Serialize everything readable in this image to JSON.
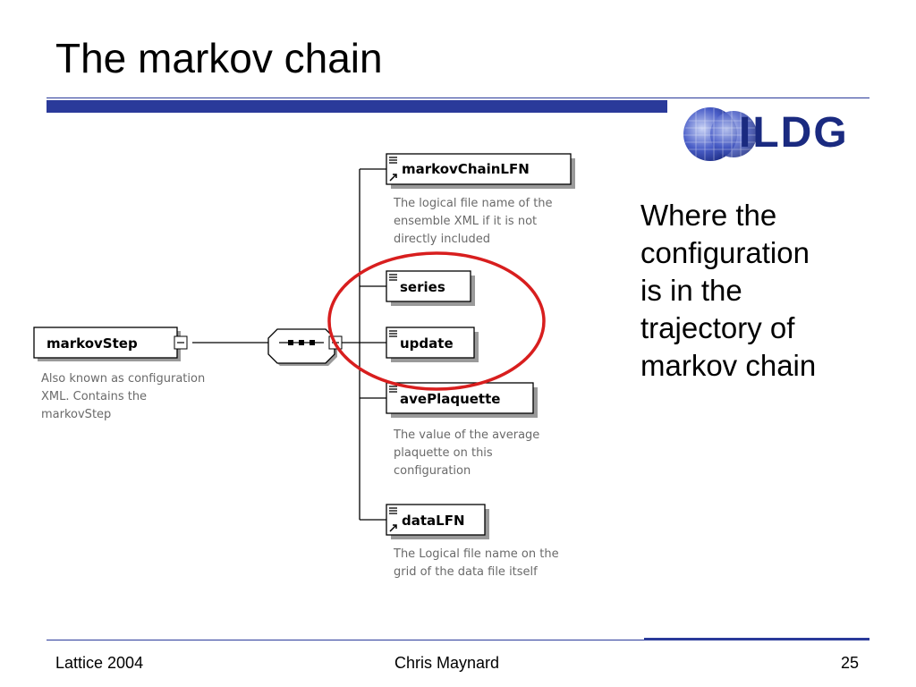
{
  "slide": {
    "title": "The markov chain",
    "side_note": "Where the\nconfiguration\nis in the\ntrajectory of\nmarkov chain",
    "logo_text": "ILDG"
  },
  "diagram": {
    "root": {
      "label": "markovStep",
      "description": "Also known as configuration\nXML. Contains the\nmarkovStep"
    },
    "children": [
      {
        "label": "markovChainLFN",
        "description": "The logical file name of the\nensemble XML if it is not\ndirectly included"
      },
      {
        "label": "series",
        "description": ""
      },
      {
        "label": "update",
        "description": ""
      },
      {
        "label": "avePlaquette",
        "description": "The value of the average\nplaquette on this\nconfiguration"
      },
      {
        "label": "dataLFN",
        "description": "The Logical file name on the\ngrid of the data file itself"
      }
    ],
    "highlight_color": "#d81e1e"
  },
  "footer": {
    "left": "Lattice 2004",
    "center": "Chris Maynard",
    "right": "25"
  },
  "colors": {
    "accent": "#2a3a9a",
    "logo": "#1a2a80"
  }
}
